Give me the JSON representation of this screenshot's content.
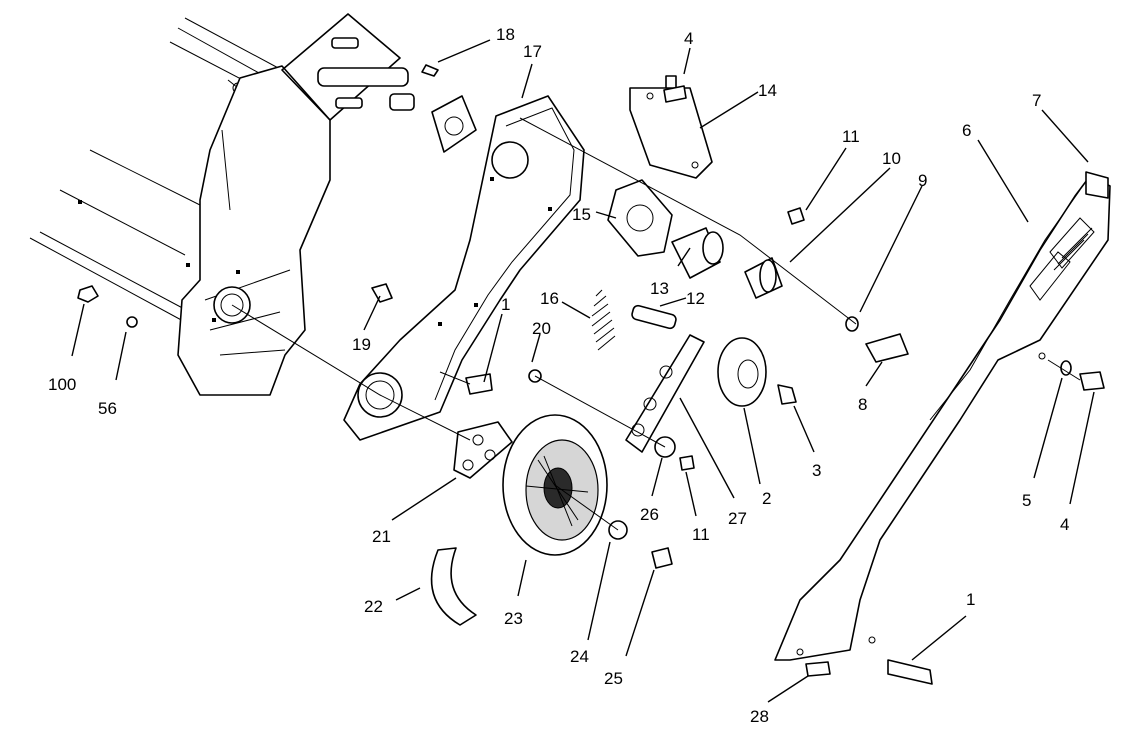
{
  "callouts": [
    {
      "id": "c18",
      "label": "18"
    },
    {
      "id": "c17",
      "label": "17"
    },
    {
      "id": "c4a",
      "label": "4"
    },
    {
      "id": "c14",
      "label": "14"
    },
    {
      "id": "c7",
      "label": "7"
    },
    {
      "id": "c6",
      "label": "6"
    },
    {
      "id": "c11a",
      "label": "11"
    },
    {
      "id": "c10",
      "label": "10"
    },
    {
      "id": "c9",
      "label": "9"
    },
    {
      "id": "c15",
      "label": "15"
    },
    {
      "id": "c13",
      "label": "13"
    },
    {
      "id": "c16",
      "label": "16"
    },
    {
      "id": "c12",
      "label": "12"
    },
    {
      "id": "c1a",
      "label": "1"
    },
    {
      "id": "c20",
      "label": "20"
    },
    {
      "id": "c19",
      "label": "19"
    },
    {
      "id": "c8",
      "label": "8"
    },
    {
      "id": "c100",
      "label": "100"
    },
    {
      "id": "c56",
      "label": "56"
    },
    {
      "id": "c3",
      "label": "3"
    },
    {
      "id": "c2",
      "label": "2"
    },
    {
      "id": "c27",
      "label": "27"
    },
    {
      "id": "c26",
      "label": "26"
    },
    {
      "id": "c11b",
      "label": "11"
    },
    {
      "id": "c21",
      "label": "21"
    },
    {
      "id": "c5",
      "label": "5"
    },
    {
      "id": "c4b",
      "label": "4"
    },
    {
      "id": "c22",
      "label": "22"
    },
    {
      "id": "c23",
      "label": "23"
    },
    {
      "id": "c24",
      "label": "24"
    },
    {
      "id": "c25",
      "label": "25"
    },
    {
      "id": "c1b",
      "label": "1"
    },
    {
      "id": "c28",
      "label": "28"
    }
  ]
}
